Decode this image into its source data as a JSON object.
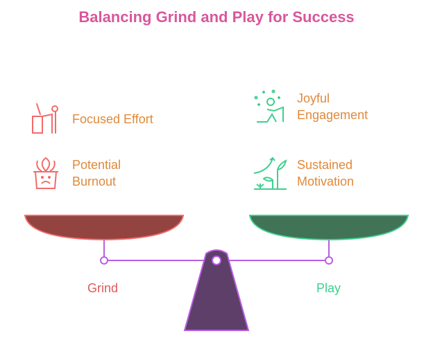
{
  "title": "Balancing Grind and Play for Success",
  "left": {
    "label": "Grind",
    "color": "#e05a5a",
    "items": [
      {
        "text": "Focused Effort",
        "icon": "person-at-desk-icon"
      },
      {
        "text": "Potential Burnout",
        "icon": "sad-plant-pot-icon"
      }
    ]
  },
  "right": {
    "label": "Play",
    "color": "#3ecf8e",
    "items": [
      {
        "text": "Joyful Engagement",
        "icon": "playful-person-sparkles-icon"
      },
      {
        "text": "Sustained Motivation",
        "icon": "growing-plant-arrow-icon"
      }
    ]
  },
  "colors": {
    "title": "#d9579c",
    "text": "#e0893a",
    "left_pan": "#934440",
    "right_pan": "#417357",
    "fulcrum": "#5e3f6a",
    "beam": "#b95ee0"
  }
}
